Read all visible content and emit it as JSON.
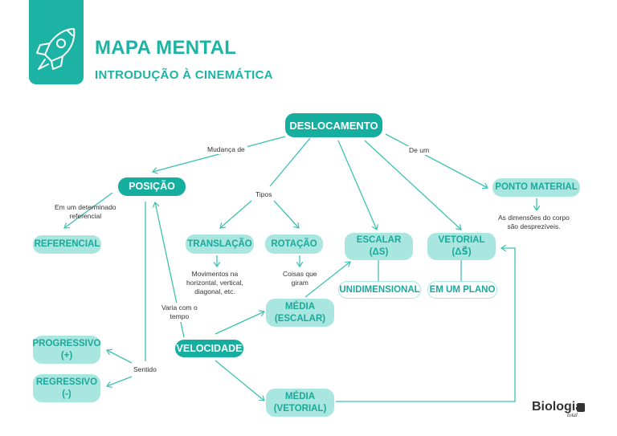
{
  "header": {
    "title": "MAPA MENTAL",
    "subtitle": "INTRODUÇÃO À CINEMÁTICA",
    "icon": "rocket-icon"
  },
  "colors": {
    "primary": "#1db3a4",
    "node_dark": "#15ae9f",
    "node_light": "#a8e6df",
    "line": "#3cc2b3",
    "text": "#333333"
  },
  "nodes": {
    "deslocamento": "DESLOCAMENTO",
    "posicao": "POSIÇÃO",
    "referencial": "REFERENCIAL",
    "translacao": "TRANSLAÇÃO",
    "rotacao": "ROTAÇÃO",
    "escalar": "ESCALAR\n(ΔS)",
    "vetorial": "VETORIAL\n(ΔS⃗)",
    "ponto_material": "PONTO MATERIAL",
    "unidimensional": "UNIDIMENSIONAL",
    "em_um_plano": "EM UM PLANO",
    "media_escalar": "MÉDIA\n(ESCALAR)",
    "media_vetorial": "MÉDIA\n(VETORIAL)",
    "velocidade": "VELOCIDADE",
    "progressivo": "PROGRESSIVO\n(+)",
    "regressivo": "REGRESSIVO\n(-)"
  },
  "labels": {
    "mudanca_de": "Mudança de",
    "de_um": "De um",
    "tipos": "Tipos",
    "em_um_determinado": "Em um determinado\nreferencial",
    "dimensoes": "As dimensões do corpo\nsão desprezíveis.",
    "movimentos": "Movimentos na\nhorizontal, vertical,\ndiagonal, etc.",
    "coisas_que_giram": "Coisas que\ngiram",
    "varia_com_tempo": "Varia com o\ntempo",
    "sentido": "Sentido"
  },
  "brand": {
    "name": "Biologia",
    "sub": "total"
  }
}
